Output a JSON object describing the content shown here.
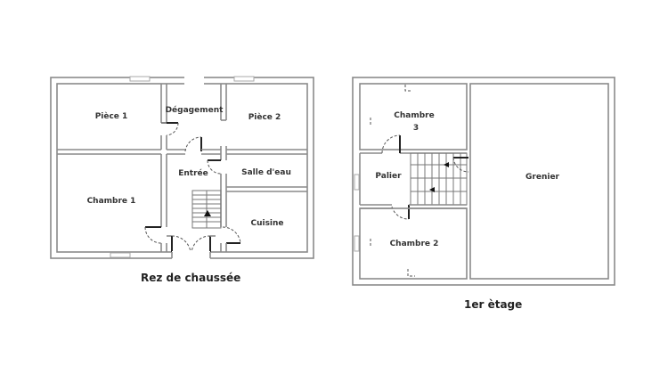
{
  "ground_floor": {
    "caption": "Rez de chaussée",
    "rooms": {
      "piece1": "Pièce 1",
      "degagement": "Dégagement",
      "piece2": "Pièce 2",
      "entree": "Entrée",
      "salle_deau": "Salle d'eau",
      "chambre1": "Chambre 1",
      "cuisine": "Cuisine"
    }
  },
  "first_floor": {
    "caption": "1er ètage",
    "rooms": {
      "chambre3_line1": "Chambre",
      "chambre3_line2": "3",
      "palier": "Palier",
      "grenier": "Grenier",
      "chambre2": "Chambre 2"
    }
  },
  "colors": {
    "wall": "#8a8a8a",
    "text": "#333333",
    "background": "#ffffff"
  }
}
